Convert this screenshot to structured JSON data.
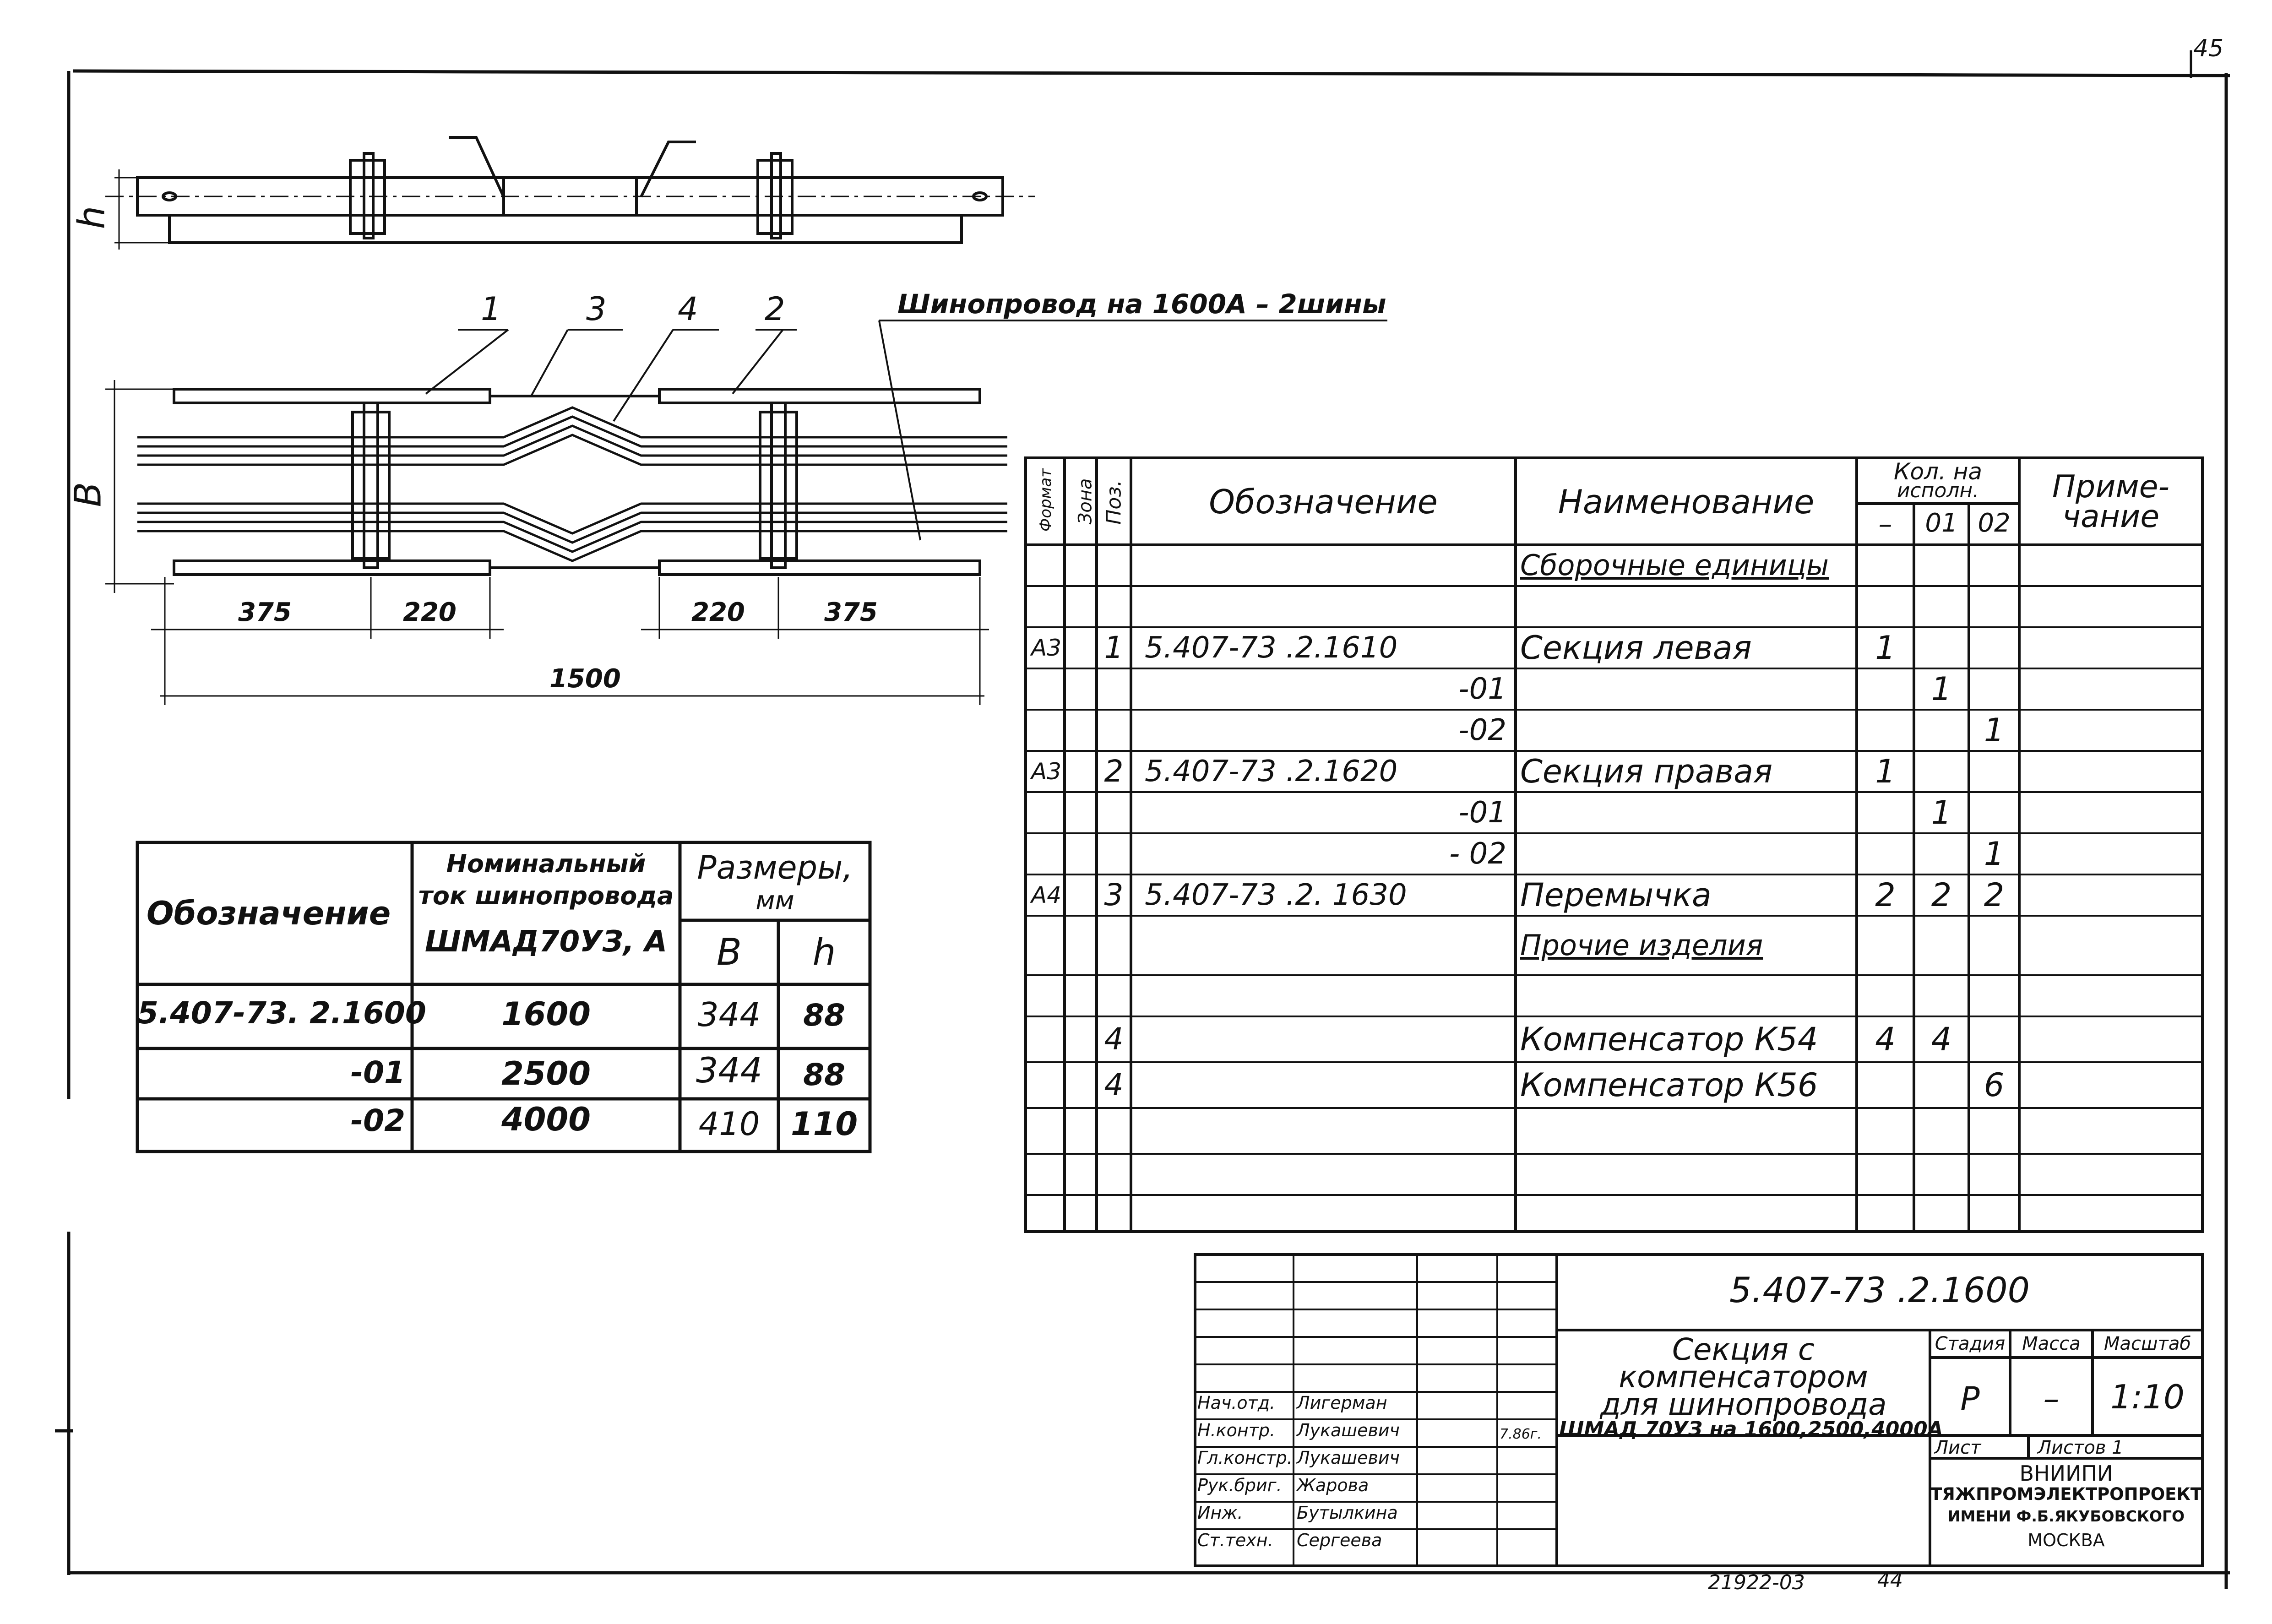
{
  "sheet": {
    "page_number": "45",
    "bottom_code": "21922-03",
    "bottom_sheet": "44"
  },
  "drawing": {
    "callouts": [
      "1",
      "3",
      "4",
      "2"
    ],
    "busbar_label": "Шинопровод на 1600А – 2шины",
    "dim_h": "h",
    "dim_b": "B",
    "dims": [
      "375",
      "220",
      "220",
      "375"
    ],
    "dim_total": "1500"
  },
  "size_table": {
    "headers": {
      "designation": "Обозначение",
      "current_line1": "Номинальный",
      "current_line2": "ток шинопровода",
      "current_line3": "ШМАД70УЗ, А",
      "sizes_line1": "Размеры,",
      "sizes_line2": "мм",
      "b": "B",
      "h": "h"
    },
    "rows": [
      {
        "designation": "5.407-73. 2.1600",
        "current": "1600",
        "b": "344",
        "h": "88"
      },
      {
        "designation": "-01",
        "current": "2500",
        "b": "344",
        "h": "88"
      },
      {
        "designation": "-02",
        "current": "4000",
        "b": "410",
        "h": "110"
      }
    ]
  },
  "spec_table": {
    "headers": {
      "format": "Формат",
      "zone": "Зона",
      "pos": "Поз.",
      "designation": "Обозначение",
      "name": "Наименование",
      "qty_line1": "Кол. на",
      "qty_line2": "исполн.",
      "qty_a": "–",
      "qty_b": "01",
      "qty_c": "02",
      "note_line1": "Приме-",
      "note_line2": "чание"
    },
    "rows": [
      {
        "fmt": "",
        "pos": "",
        "designation": "",
        "name": "Сборочные единицы",
        "q0": "",
        "q1": "",
        "q2": "",
        "section": true
      },
      {
        "fmt": "",
        "pos": "",
        "designation": "",
        "name": "",
        "q0": "",
        "q1": "",
        "q2": ""
      },
      {
        "fmt": "А3",
        "pos": "1",
        "designation": "5.407-73 .2.1610",
        "name": "Секция левая",
        "q0": "1",
        "q1": "",
        "q2": ""
      },
      {
        "fmt": "",
        "pos": "",
        "designation": "-01",
        "name": "",
        "q0": "",
        "q1": "1",
        "q2": "",
        "right": true
      },
      {
        "fmt": "",
        "pos": "",
        "designation": "-02",
        "name": "",
        "q0": "",
        "q1": "",
        "q2": "1",
        "right": true
      },
      {
        "fmt": "А3",
        "pos": "2",
        "designation": "5.407-73 .2.1620",
        "name": "Секция правая",
        "q0": "1",
        "q1": "",
        "q2": ""
      },
      {
        "fmt": "",
        "pos": "",
        "designation": "-01",
        "name": "",
        "q0": "",
        "q1": "1",
        "q2": "",
        "right": true
      },
      {
        "fmt": "",
        "pos": "",
        "designation": "- 02",
        "name": "",
        "q0": "",
        "q1": "",
        "q2": "1",
        "right": true
      },
      {
        "fmt": "А4",
        "pos": "3",
        "designation": "5.407-73 .2. 1630",
        "name": "Перемычка",
        "q0": "2",
        "q1": "2",
        "q2": "2"
      },
      {
        "fmt": "",
        "pos": "",
        "designation": "",
        "name": "Прочие изделия",
        "q0": "",
        "q1": "",
        "q2": "",
        "section": true
      },
      {
        "fmt": "",
        "pos": "",
        "designation": "",
        "name": "",
        "q0": "",
        "q1": "",
        "q2": ""
      },
      {
        "fmt": "",
        "pos": "4",
        "designation": "",
        "name": "Компенсатор К54",
        "q0": "4",
        "q1": "4",
        "q2": ""
      },
      {
        "fmt": "",
        "pos": "4",
        "designation": "",
        "name": "Компенсатор К56",
        "q0": "",
        "q1": "",
        "q2": "6"
      },
      {
        "fmt": "",
        "pos": "",
        "designation": "",
        "name": "",
        "q0": "",
        "q1": "",
        "q2": ""
      }
    ]
  },
  "title_block": {
    "doc_code": "5.407-73 .2.1600",
    "title_line1": "Секция с",
    "title_line2": "компенсатором",
    "title_line3": "для шинопровода",
    "title_line4": "ШМАД 70УЗ на 1600,2500,4000А",
    "stage_label": "Стадия",
    "mass_label": "Масса",
    "scale_label": "Масштаб",
    "stage": "Р",
    "mass": "–",
    "scale": "1:10",
    "sheet_label": "Лист",
    "sheets_label": "Листов 1",
    "org_line1": "ВНИИПИ",
    "org_line2": "ТЯЖПРОМЭЛЕКТРОПРОЕКТ",
    "org_line3": "ИМЕНИ Ф.Б.ЯКУБОВСКОГО",
    "org_line4": "МОСКВА",
    "date": "7.86г.",
    "staff": [
      {
        "role": "Нач.отд.",
        "name": "Лигерман"
      },
      {
        "role": "Н.контр.",
        "name": "Лукашевич"
      },
      {
        "role": "Гл.констр.",
        "name": "Лукашевич"
      },
      {
        "role": "Рук.бриг.",
        "name": "Жарова"
      },
      {
        "role": "Инж.",
        "name": "Бутылкина"
      },
      {
        "role": "Ст.техн.",
        "name": "Сергеева"
      }
    ]
  }
}
